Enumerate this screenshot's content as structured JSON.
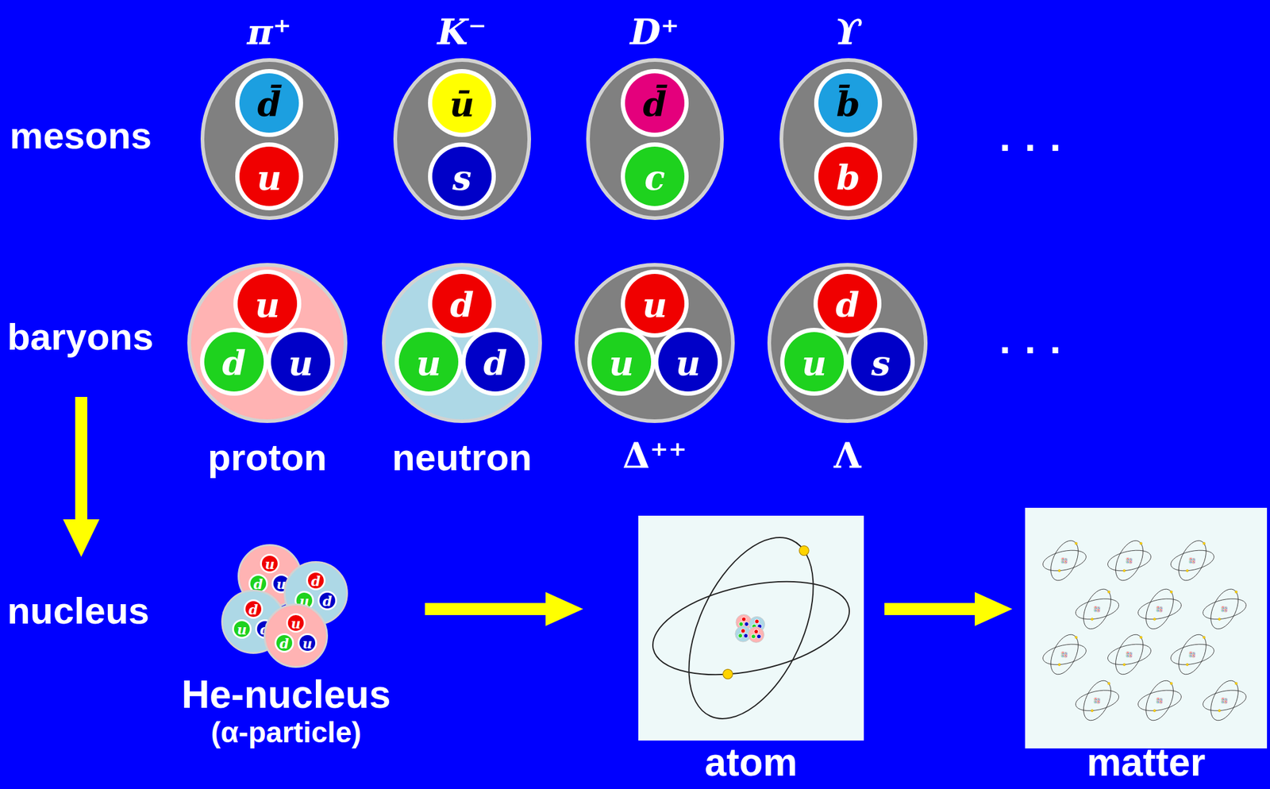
{
  "diagram": {
    "nodes": [
      {
        "text": [
          "π⁺"
        ]
      },
      {
        "text": [
          "d̄"
        ],
        "in": 0
      },
      {
        "text": [
          "u"
        ],
        "in": 0
      },
      {
        "text": [
          "K⁻"
        ]
      },
      {
        "text": [
          "ū"
        ],
        "in": 3
      },
      {
        "text": [
          "s"
        ],
        "in": 3
      },
      {
        "text": [
          "D⁺"
        ]
      },
      {
        "text": [
          "d̄"
        ],
        "in": 6
      },
      {
        "text": [
          "c"
        ],
        "in": 6
      },
      {
        "text": [
          "ϒ"
        ]
      },
      {
        "text": [
          "b̄"
        ],
        "in": 9
      },
      {
        "text": [
          "b"
        ],
        "in": 9
      },
      {
        "text": [
          "proton"
        ]
      },
      {
        "text": [
          "u"
        ],
        "in": 12
      },
      {
        "text": [
          "d"
        ],
        "in": 12
      },
      {
        "text": [
          "u"
        ],
        "in": 12
      },
      {
        "text": [
          "neutron"
        ]
      },
      {
        "text": [
          "d"
        ],
        "in": 16
      },
      {
        "text": [
          "u"
        ],
        "in": 16
      },
      {
        "text": [
          "d"
        ],
        "in": 16
      },
      {
        "text": [
          "Δ⁺⁺"
        ]
      },
      {
        "text": [
          "u"
        ],
        "in": 20
      },
      {
        "text": [
          "u"
        ],
        "in": 20
      },
      {
        "text": [
          "u"
        ],
        "in": 20
      },
      {
        "text": [
          "Λ"
        ]
      },
      {
        "text": [
          "d"
        ],
        "in": 24
      },
      {
        "text": [
          "u"
        ],
        "in": 24
      },
      {
        "text": [
          "s"
        ],
        "in": 24
      },
      {
        "text": [
          "He-nucleus",
          "(α-particle)"
        ]
      },
      {
        "text": [],
        "in": 28
      },
      {
        "text": [
          "u"
        ],
        "in": 29
      },
      {
        "text": [
          "d"
        ],
        "in": 29
      },
      {
        "text": [
          "u"
        ],
        "in": 29
      },
      {
        "text": [],
        "in": 28
      },
      {
        "text": [
          "d"
        ],
        "in": 33
      },
      {
        "text": [
          "u"
        ],
        "in": 33
      },
      {
        "text": [
          "d"
        ],
        "in": 33
      },
      {
        "text": [],
        "in": 28
      },
      {
        "text": [
          "d"
        ],
        "in": 37
      },
      {
        "text": [
          "u"
        ],
        "in": 37
      },
      {
        "text": [
          "d"
        ],
        "in": 37
      },
      {
        "text": [],
        "in": 28
      },
      {
        "text": [
          "u"
        ],
        "in": 41
      },
      {
        "text": [
          "d"
        ],
        "in": 41
      },
      {
        "text": [
          "u"
        ],
        "in": 41
      },
      {
        "text": [
          "atom"
        ]
      },
      {
        "text": [
          "matter"
        ]
      }
    ],
    "edges": [
      {
        "from": 28,
        "to": 45,
        "arrow": "to"
      },
      {
        "from": 45,
        "to": 46,
        "arrow": "to"
      }
    ],
    "labels": [
      "mesons",
      "...",
      "baryons",
      "...",
      "nucleus"
    ]
  }
}
